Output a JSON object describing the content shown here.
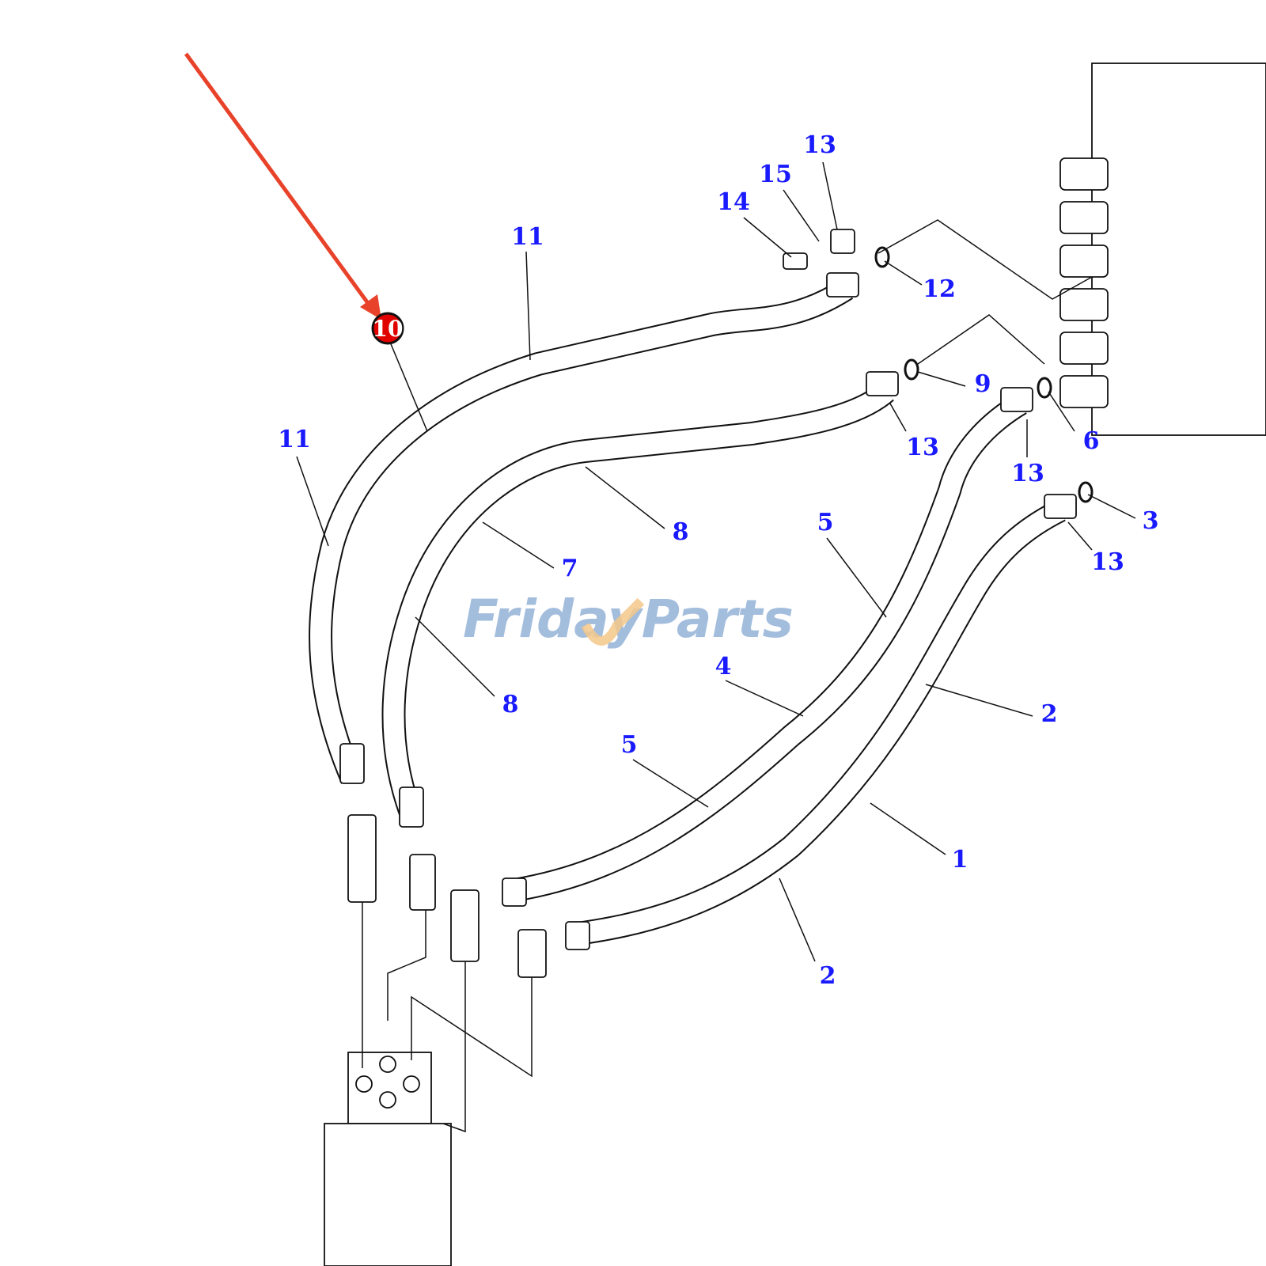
{
  "diagram": {
    "callouts": [
      "13",
      "15",
      "14",
      "11",
      "12",
      "9",
      "13",
      "13",
      "6",
      "11",
      "8",
      "5",
      "3",
      "13",
      "7",
      "4",
      "8",
      "2",
      "5",
      "1",
      "2"
    ],
    "highlighted_callout": "10",
    "watermark": "FridayParts",
    "colors": {
      "callout_text": "#1a1aff",
      "highlight": "#e00000",
      "arrow": "#e8432a",
      "watermark": "#9fbadc",
      "watermark_accent": "#f5c88a"
    }
  }
}
